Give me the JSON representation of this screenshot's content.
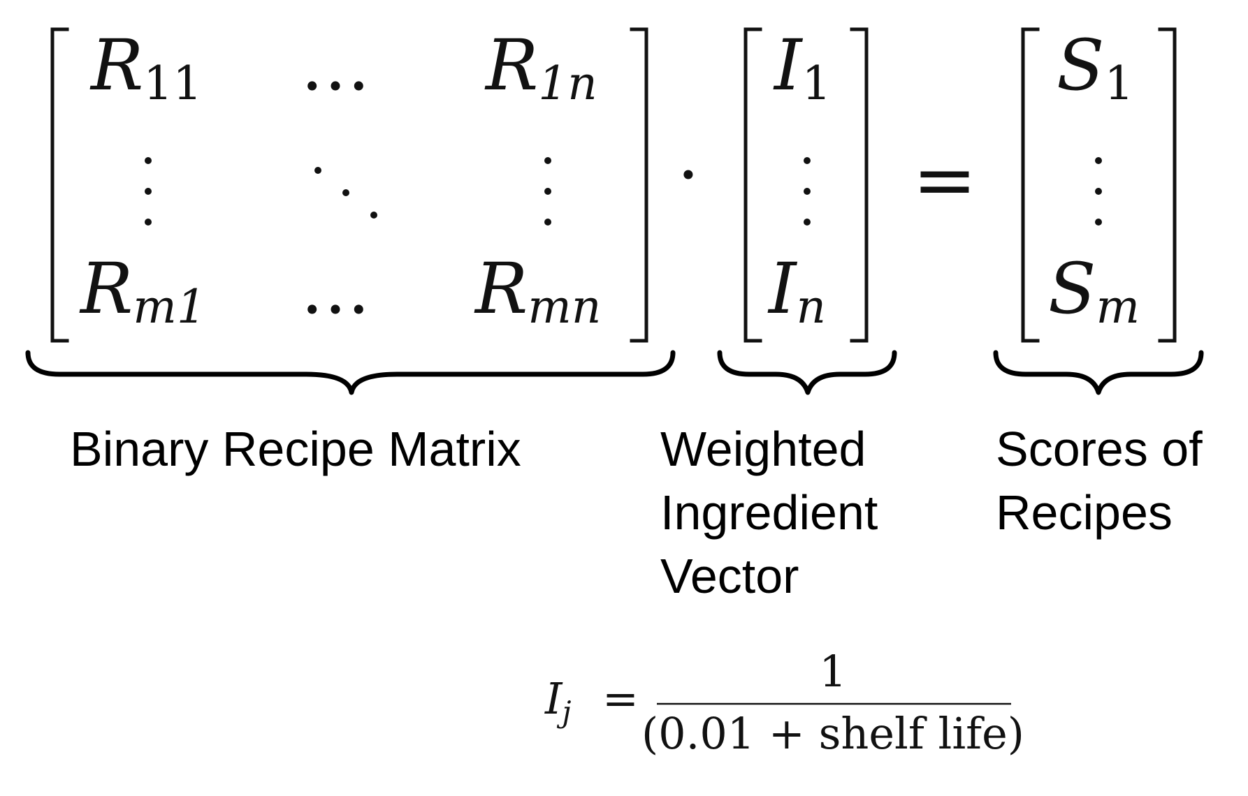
{
  "matrix": {
    "top_left": {
      "base": "R",
      "sub": "11"
    },
    "top_right": {
      "base": "R",
      "sub": "1n"
    },
    "bottom_left": {
      "base": "R",
      "sub": "m1"
    },
    "bottom_right": {
      "base": "R",
      "sub": "mn"
    },
    "hdots": "…",
    "operator_dot": "·"
  },
  "vector_i": {
    "top": {
      "base": "I",
      "sub": "1"
    },
    "bottom": {
      "base": "I",
      "sub": "n"
    }
  },
  "equals": "=",
  "vector_s": {
    "top": {
      "base": "S",
      "sub": "1"
    },
    "bottom": {
      "base": "S",
      "sub": "m"
    }
  },
  "labels": {
    "matrix": "Binary Recipe Matrix",
    "vector_line1": "Weighted",
    "vector_line2": "Ingredient",
    "vector_line3": "Vector",
    "scores_line1": "Scores of",
    "scores_line2": "Recipes"
  },
  "formula": {
    "lhs_base": "I",
    "lhs_sub": "j",
    "equals": "=",
    "numerator": "1",
    "denominator": "(0.01 + shelf life)"
  }
}
